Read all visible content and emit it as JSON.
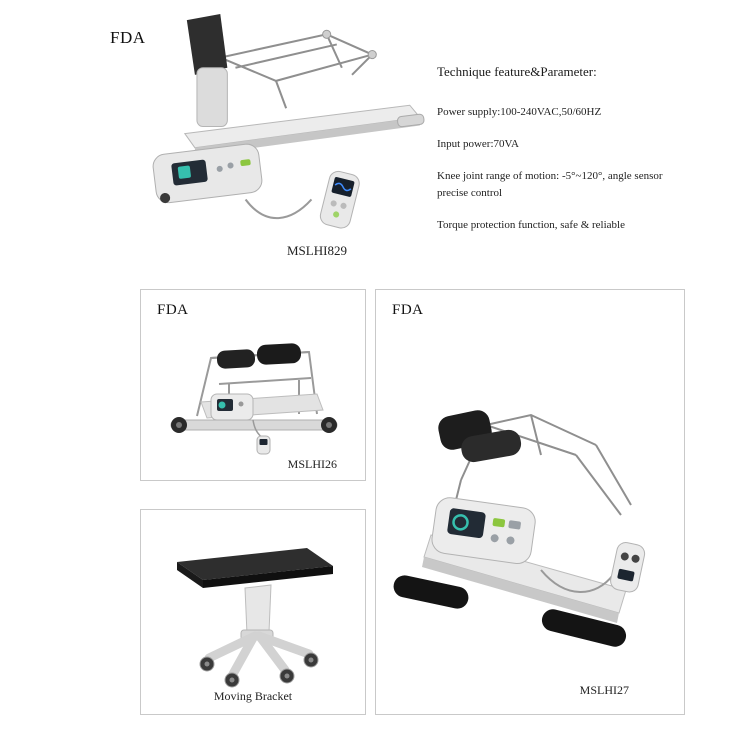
{
  "hero": {
    "fda_label": "FDA",
    "model": "MSLHI829"
  },
  "specs": {
    "title": "Technique feature&Parameter:",
    "items": [
      "Power supply:100-240VAC,50/60HZ",
      "Input power:70VA",
      "Knee joint range of motion: -5°~120°, angle sensor precise control",
      "Torque protection function, safe & reliable"
    ]
  },
  "products": [
    {
      "fda_label": "FDA",
      "model": "MSLHI26"
    },
    {
      "fda_label": "FDA",
      "model": "MSLHI27"
    },
    {
      "model": "Moving Bracket"
    }
  ],
  "colors": {
    "card_border": "#c9c9c9",
    "text": "#1c1c1c",
    "device_body": "#ececec",
    "device_pad_black": "#1d1d1d",
    "screen_dark": "#222b35",
    "screen_accent_teal": "#36c0ae",
    "screen_accent_blue": "#3f8cff"
  }
}
